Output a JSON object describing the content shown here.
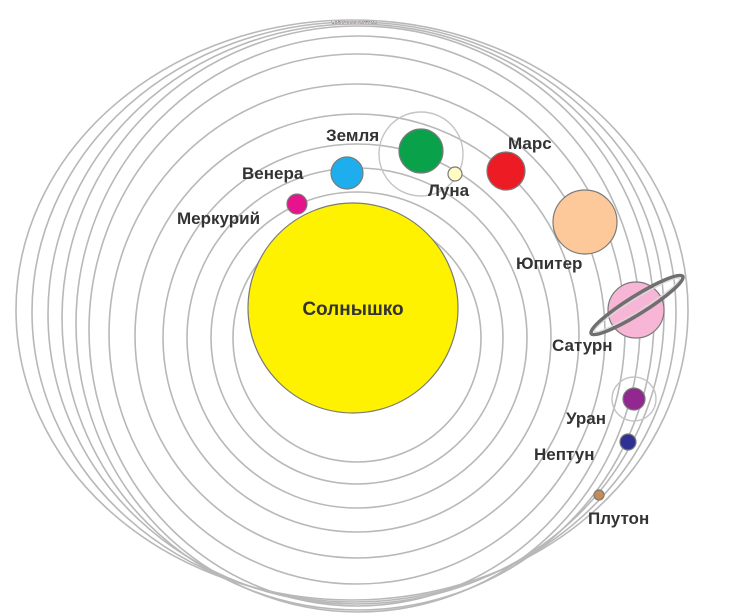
{
  "top_caption": "Солнечная система",
  "sun": {
    "label": "Солнышко",
    "color": "#fef200"
  },
  "planets": [
    {
      "key": "mercury",
      "label": "Меркурий",
      "color": "#e6138c"
    },
    {
      "key": "venus",
      "label": "Венера",
      "color": "#1eaeed"
    },
    {
      "key": "earth",
      "label": "Земля",
      "color": "#0aa14b"
    },
    {
      "key": "moon",
      "label": "Луна",
      "color": "#fffcc2"
    },
    {
      "key": "mars",
      "label": "Марс",
      "color": "#ed1c24"
    },
    {
      "key": "jupiter",
      "label": "Юпитер",
      "color": "#fdc99a"
    },
    {
      "key": "saturn",
      "label": "Сатурн",
      "color": "#f7b6d6"
    },
    {
      "key": "uranus",
      "label": "Уран",
      "color": "#92278f"
    },
    {
      "key": "neptune",
      "label": "Нептун",
      "color": "#2e3192"
    },
    {
      "key": "pluto",
      "label": "Плутон",
      "color": "#c68c53"
    }
  ]
}
